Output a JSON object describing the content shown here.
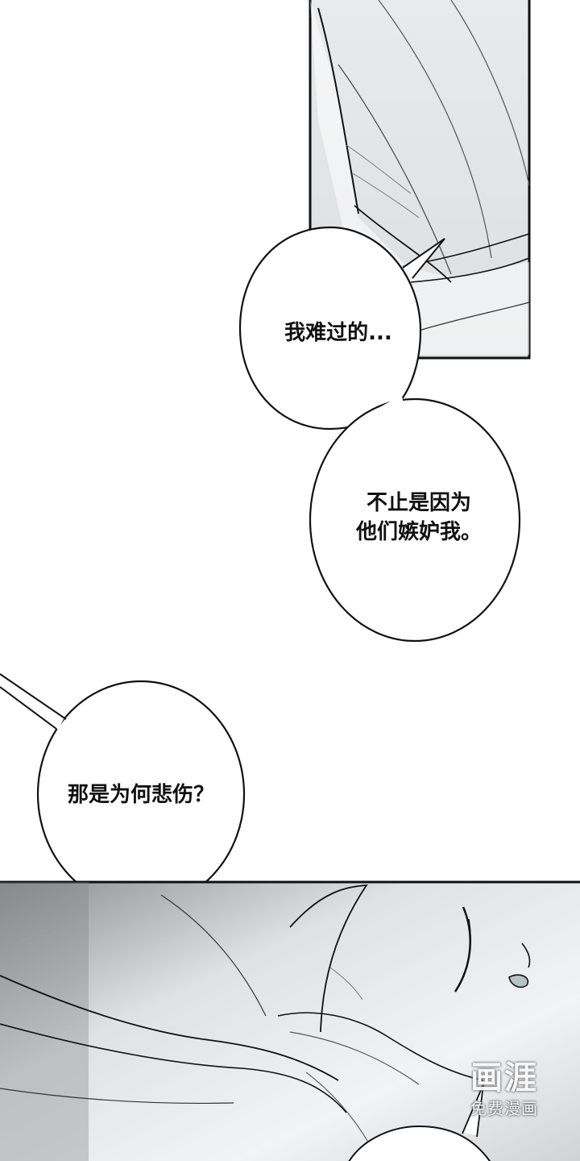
{
  "dialogue": {
    "bubble1": {
      "line1": "我难过的..."
    },
    "bubble2": {
      "line1": "不止是因为",
      "line2": "他们嫉妒我。"
    },
    "bubble3": {
      "line1": "那是为何悲伤？"
    }
  },
  "watermark": {
    "logo": "画涯",
    "subtitle": "免费漫画"
  },
  "colors": {
    "ink": "#111111",
    "panel_gray": "#e4e5e7",
    "panel_shadow": "#8d9094"
  }
}
